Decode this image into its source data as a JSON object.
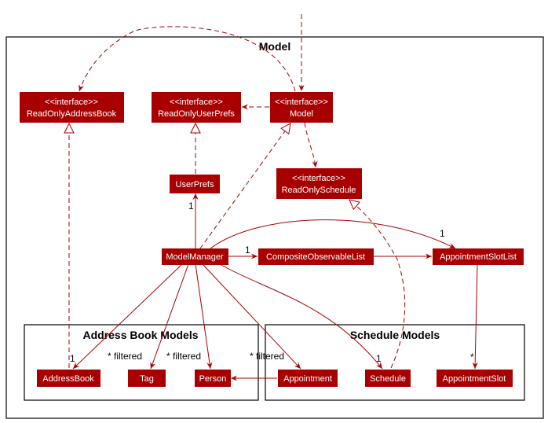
{
  "packages": {
    "model": "Model",
    "address_book_models": "Address Book Models",
    "schedule_models": "Schedule Models"
  },
  "nodes": {
    "read_only_address_book": {
      "stereotype": "<<interface>>",
      "name": "ReadOnlyAddressBook"
    },
    "read_only_user_prefs": {
      "stereotype": "<<interface>>",
      "name": "ReadOnlyUserPrefs"
    },
    "model": {
      "stereotype": "<<interface>>",
      "name": "Model"
    },
    "read_only_schedule": {
      "stereotype": "<<interface>>",
      "name": "ReadOnlySchedule"
    },
    "user_prefs": {
      "name": "UserPrefs"
    },
    "model_manager": {
      "name": "ModelManager"
    },
    "composite_observable_list": {
      "name": "CompositeObservableList"
    },
    "appointment_slot_list": {
      "name": "AppointmentSlotList"
    },
    "address_book": {
      "name": "AddressBook"
    },
    "tag": {
      "name": "Tag"
    },
    "person": {
      "name": "Person"
    },
    "appointment": {
      "name": "Appointment"
    },
    "schedule": {
      "name": "Schedule"
    },
    "appointment_slot": {
      "name": "AppointmentSlot"
    }
  },
  "labels": {
    "user_prefs_mult": "1",
    "composite_mult": "1",
    "slot_list_mult": "1",
    "address_book_mult": "1",
    "tag_filtered": "* filtered",
    "person_filtered": "* filtered",
    "appointment_filtered": "* filtered",
    "schedule_mult": "1",
    "appointment_slot_mult": "*"
  },
  "colors": {
    "node_fill": "#a80000",
    "node_text": "#ffffff",
    "edge": "#a80000"
  }
}
